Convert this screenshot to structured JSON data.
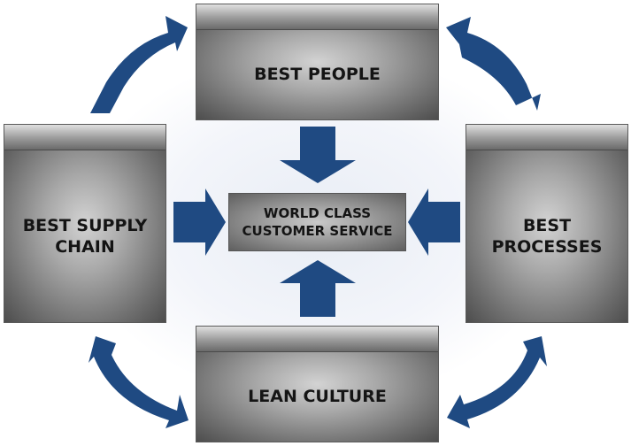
{
  "colors": {
    "arrow": "#1f4a82",
    "box_dark": "#4d4d4d",
    "box_light": "#d3d3d3",
    "text": "#141414"
  },
  "center": {
    "line1": "WORLD CLASS",
    "line2": "CUSTOMER SERVICE"
  },
  "boxes": {
    "top": {
      "line1": "BEST PEOPLE"
    },
    "bottom": {
      "line1": "LEAN CULTURE"
    },
    "left": {
      "line1": "BEST SUPPLY",
      "line2": "CHAIN"
    },
    "right": {
      "line1": "BEST",
      "line2": "PROCESSES"
    }
  },
  "arrows": {
    "straight": [
      "down-into-center",
      "right-into-center",
      "left-into-center",
      "up-into-center"
    ],
    "curved": [
      "top-left",
      "top-right",
      "bottom-left",
      "bottom-right"
    ]
  }
}
